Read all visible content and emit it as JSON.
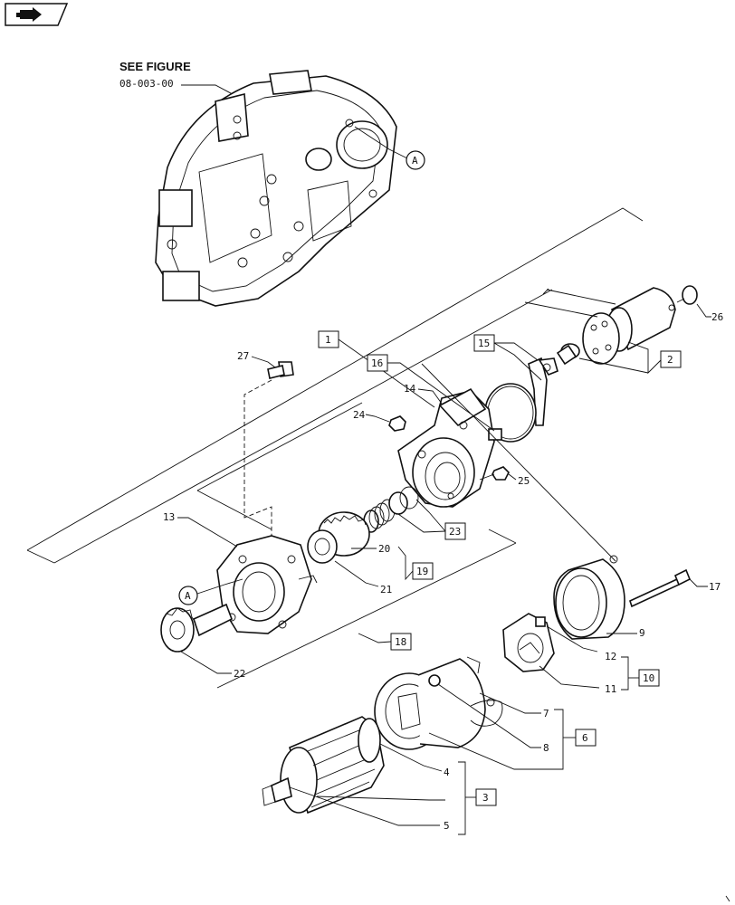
{
  "nav": {
    "icon": "navigation-arrow-icon"
  },
  "header": {
    "see_figure": "SEE FIGURE",
    "figure_ref": "08-003-00"
  },
  "markers": {
    "a_top": "A",
    "a_left": "A"
  },
  "callouts": {
    "c1": "1",
    "c2": "2",
    "c3": "3",
    "c4": "4",
    "c5": "5",
    "c6": "6",
    "c7": "7",
    "c8": "8",
    "c9": "9",
    "c10": "10",
    "c11": "11",
    "c12": "12",
    "c13": "13",
    "c14": "14",
    "c15": "15",
    "c16": "16",
    "c17": "17",
    "c18": "18",
    "c19": "19",
    "c20": "20",
    "c21": "21",
    "c22": "22",
    "c23": "23",
    "c24": "24",
    "c25": "25",
    "c26": "26",
    "c27": "27"
  }
}
